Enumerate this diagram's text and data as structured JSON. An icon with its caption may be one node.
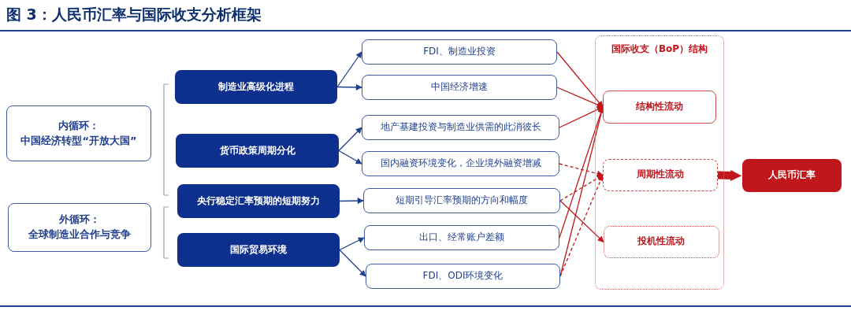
{
  "diagram": {
    "title": "图 3：人民币汇率与国际收支分析框架",
    "nodes": [
      {
        "text": [
          "内循环：",
          "中国经济转型“开放大国”"
        ]
      },
      {
        "text": [
          "外循环：",
          "全球制造业合作与竞争"
        ]
      },
      {
        "text": [
          "制造业高级化进程"
        ]
      },
      {
        "text": [
          "货币政策周期分化"
        ]
      },
      {
        "text": [
          "央行稳定汇率预期的短期努力"
        ]
      },
      {
        "text": [
          "国际贸易环境"
        ]
      },
      {
        "text": [
          "FDI、制造业投资"
        ]
      },
      {
        "text": [
          "中国经济增速"
        ]
      },
      {
        "text": [
          "地产基建投资与制造业供需的此消彼长"
        ]
      },
      {
        "text": [
          "国内融资环境变化，企业境外融资增减"
        ]
      },
      {
        "text": [
          "短期引导汇率预期的方向和幅度"
        ]
      },
      {
        "text": [
          "出口、经常账户差额"
        ]
      },
      {
        "text": [
          "FDI、ODI环境变化"
        ]
      },
      {
        "text": [
          "国际收支（BoP）结构"
        ]
      },
      {
        "text": [
          "结构性流动"
        ],
        "in": 13
      },
      {
        "text": [
          "周期性流动"
        ],
        "in": 13
      },
      {
        "text": [
          "投机性流动"
        ],
        "in": 13
      },
      {
        "text": [
          "人民币汇率"
        ]
      }
    ],
    "edges": [
      {
        "from": 2,
        "to": 6,
        "arrow": "to",
        "color": "#1f3f8f"
      },
      {
        "from": 2,
        "to": 7,
        "arrow": "to",
        "color": "#1f3f8f"
      },
      {
        "from": 3,
        "to": 8,
        "arrow": "to",
        "color": "#1f3f8f"
      },
      {
        "from": 3,
        "to": 9,
        "arrow": "to",
        "color": "#1f3f8f"
      },
      {
        "from": 4,
        "to": 10,
        "arrow": "to",
        "color": "#1f3f8f"
      },
      {
        "from": 5,
        "to": 11,
        "arrow": "to",
        "color": "#1f3f8f"
      },
      {
        "from": 5,
        "to": 12,
        "arrow": "to",
        "color": "#1f3f8f"
      },
      {
        "from": 6,
        "to": 14,
        "arrow": "to"
      },
      {
        "from": 7,
        "to": 14,
        "arrow": "to"
      },
      {
        "from": 8,
        "to": 14,
        "arrow": "to"
      },
      {
        "from": 11,
        "to": 14,
        "arrow": "to"
      },
      {
        "from": 12,
        "to": 14,
        "arrow": "to"
      },
      {
        "from": 9,
        "to": 15,
        "arrow": "to",
        "style": "dashed"
      },
      {
        "from": 10,
        "to": 15,
        "arrow": "to",
        "style": "dashed"
      },
      {
        "from": 12,
        "to": 15,
        "arrow": "to",
        "style": "dashed"
      },
      {
        "from": 10,
        "to": 16,
        "arrow": "to"
      },
      {
        "from": 15,
        "to": 17,
        "arrow": "to",
        "style": "thick"
      }
    ]
  }
}
